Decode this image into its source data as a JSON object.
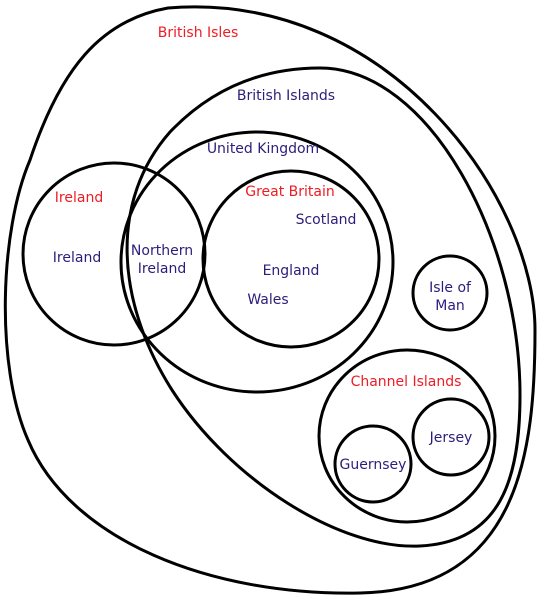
{
  "colors": {
    "group_label": "#ee1c24",
    "region_label": "#2b1e7a",
    "outline": "#000000",
    "background": "#ffffff"
  },
  "labels": {
    "british_isles": "British Isles",
    "british_islands": "British Islands",
    "united_kingdom": "United Kingdom",
    "ireland_group": "Ireland",
    "ireland_region": "Ireland",
    "northern_ireland_line1": "Northern",
    "northern_ireland_line2": "Ireland",
    "great_britain": "Great Britain",
    "scotland": "Scotland",
    "england": "England",
    "wales": "Wales",
    "isle_of_man_line1": "Isle of",
    "isle_of_man_line2": "Man",
    "channel_islands": "Channel Islands",
    "jersey": "Jersey",
    "guernsey": "Guernsey"
  }
}
